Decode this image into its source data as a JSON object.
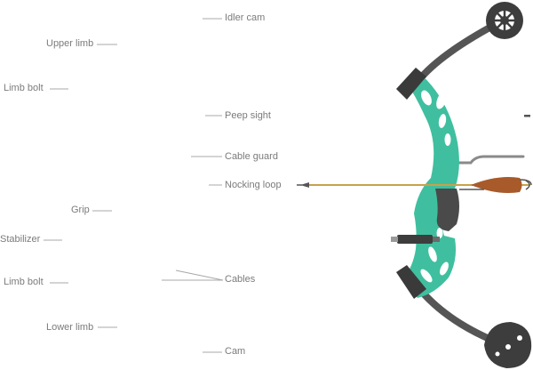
{
  "labels": {
    "idler_cam": "Idler cam",
    "upper_limb": "Upper limb",
    "limb_bolt_upper": "Limb bolt",
    "peep_sight": "Peep sight",
    "cable_guard": "Cable guard",
    "nocking_loop": "Nocking loop",
    "grip": "Grip",
    "stabilizer": "Stabilizer",
    "limb_bolt_lower": "Limb bolt",
    "cables": "Cables",
    "lower_limb": "Lower limb",
    "cam": "Cam"
  },
  "colors": {
    "riser": "#3fbf9f",
    "limb": "#555555",
    "cam": "#4a4a4a",
    "arrow_shaft": "#c8a24a",
    "fletching": "#a85a2a",
    "label": "#7b7b7b",
    "leader_line": "#a8a8a8"
  }
}
